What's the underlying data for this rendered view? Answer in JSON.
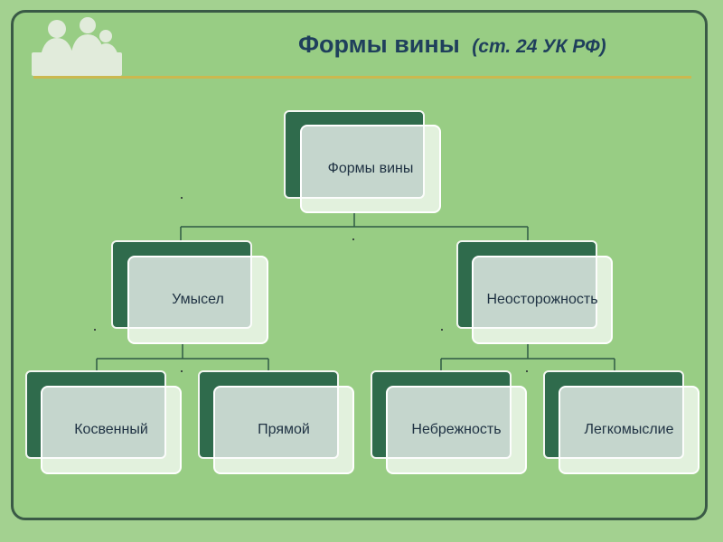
{
  "title": {
    "main": "Формы вины",
    "sub": "(ст. 24 УК РФ)"
  },
  "logo": {
    "icon": "people-silhouette-icon"
  },
  "diagram": {
    "root": "Формы вины",
    "level1": [
      "Умысел",
      "Неосторожность"
    ],
    "level2": [
      "Косвенный",
      "Прямой",
      "Небрежность",
      "Легкомыслие"
    ]
  },
  "colors": {
    "background": "#98cd84",
    "node_back": "#2f6b4c",
    "title": "#1f3f5c",
    "rule": "#cbb84f"
  }
}
